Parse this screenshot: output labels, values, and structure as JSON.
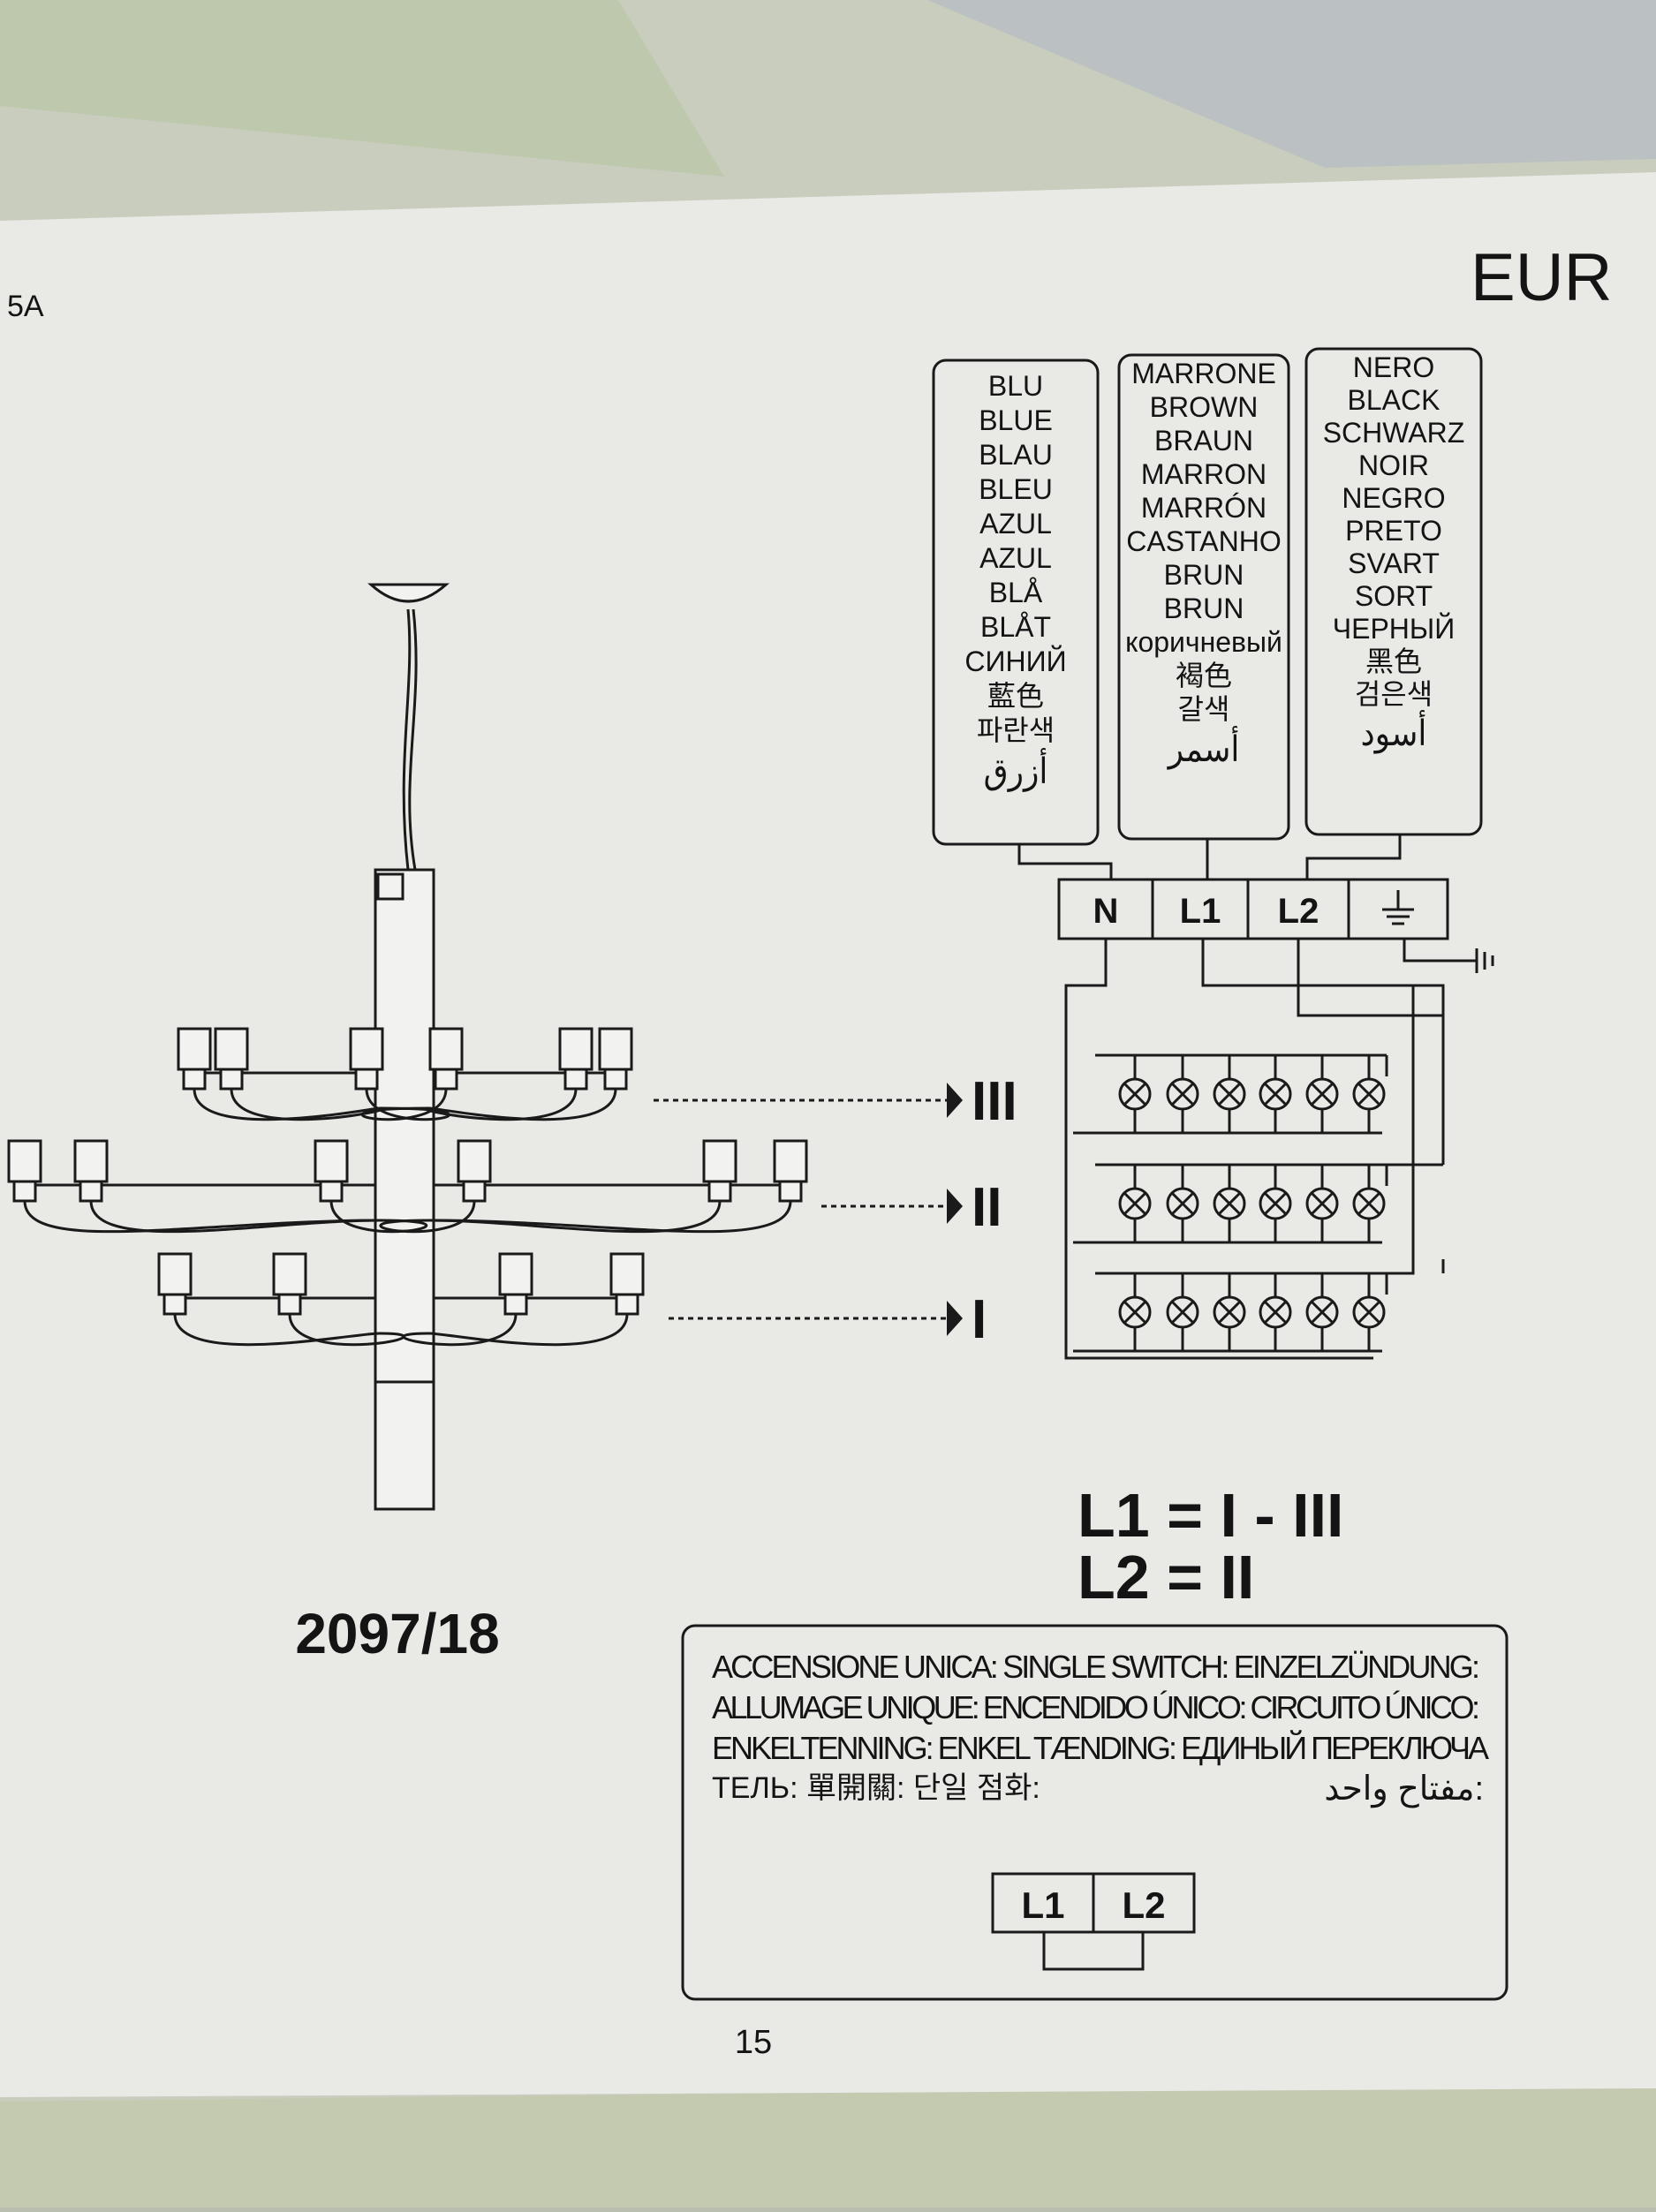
{
  "page": {
    "corner_label": "5A",
    "region_label": "EUR",
    "page_number": "15",
    "model_number": "2097/18"
  },
  "color_boxes": [
    {
      "name": "blue",
      "lines": [
        "BLU",
        "BLUE",
        "BLAU",
        "BLEU",
        "AZUL",
        "AZUL",
        "BLÅ",
        "BLÅT",
        "СИНИЙ",
        "藍色",
        "파란색",
        "أزرق"
      ]
    },
    {
      "name": "brown",
      "lines": [
        "MARRONE",
        "BROWN",
        "BRAUN",
        "MARRON",
        "MARRÓN",
        "CASTANHO",
        "BRUN",
        "BRUN",
        "коричневый",
        "褐色",
        "갈색",
        "أسمر"
      ]
    },
    {
      "name": "black",
      "lines": [
        "NERO",
        "BLACK",
        "SCHWARZ",
        "NOIR",
        "NEGRO",
        "PRETO",
        "SVART",
        "SORT",
        "ЧЕРНЫЙ",
        "黑色",
        "검은색",
        "أسود"
      ]
    }
  ],
  "terminals": {
    "n": "N",
    "l1": "L1",
    "l2": "L2"
  },
  "circuits": [
    {
      "label": "III",
      "lamps": 6
    },
    {
      "label": "II",
      "lamps": 6
    },
    {
      "label": "I",
      "lamps": 6
    }
  ],
  "equations": {
    "line1": "L1 = I - III",
    "line2": "L2 = II"
  },
  "single_switch": {
    "lines": [
      "ACCENSIONE UNICA:  SINGLE SWITCH:  EINZELZÜNDUNG:",
      "ALLUMAGE UNIQUE:  ENCENDIDO ÚNICO: CIRCUITO ÚNICO:",
      "ENKELTENNING: ENKEL TÆNDING: ЕДИНЫЙ ПЕРЕКЛЮЧА",
      "ТЕЛЬ:   單開關: 단일 점화:"
    ],
    "arabic": "مفتاح واحد:",
    "terminal_l1": "L1",
    "terminal_l2": "L2"
  },
  "colors": {
    "paper": "#e9e9e7",
    "ink": "#141414",
    "fabric": "#c8ccb8"
  }
}
